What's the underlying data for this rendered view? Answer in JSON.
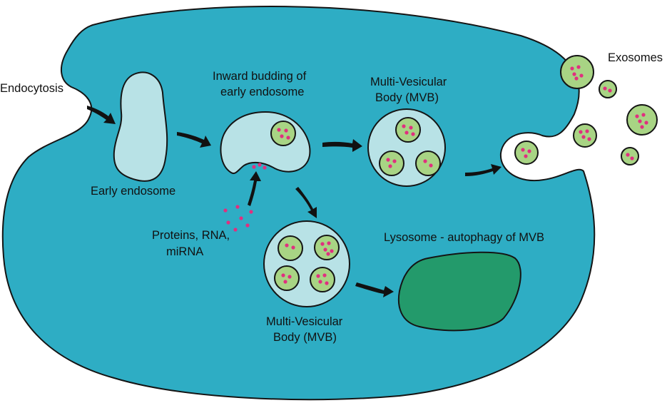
{
  "labels": {
    "endocytosis": "Endocytosis",
    "early_endosome": "Early endosome",
    "inward_budding_line1": "Inward budding of",
    "inward_budding_line2": "early endosome",
    "mvb_top_line1": "Multi-Vesicular",
    "mvb_top_line2": "Body (MVB)",
    "proteins_line1": "Proteins, RNA,",
    "proteins_line2": "miRNA",
    "mvb_bottom_line1": "Multi-Vesicular",
    "mvb_bottom_line2": "Body (MVB)",
    "lysosome": "Lysosome - autophagy of MVB",
    "exosomes": "Exosomes"
  },
  "colors": {
    "cell": "#2eadc4",
    "endosome": "#b8e2e6",
    "vesicle": "#a8d484",
    "cargo": "#e0307f",
    "lysosome": "#239a6b",
    "outline": "#141414",
    "arrow": "#111111"
  }
}
